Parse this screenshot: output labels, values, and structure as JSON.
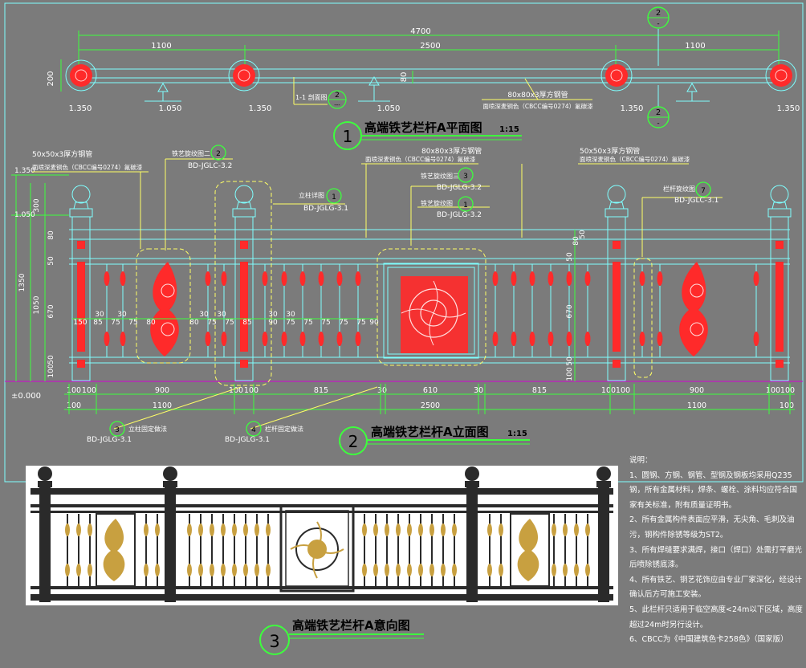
{
  "colors": {
    "background": "#7b7b7b",
    "line": "#7fffff",
    "dimension": "#3dff3d",
    "ornament": "#ff2a2a",
    "callout": "#ffff66",
    "ground": "#d400d4",
    "text": "#ffffff",
    "label_text": "#000000",
    "metal_dark": "#2a2a2a",
    "gold": "#c8a040"
  },
  "plan": {
    "dims_top": {
      "total": "4700",
      "left": "1100",
      "middle": "2500",
      "right": "1100"
    },
    "dim_depth": "200",
    "dim_rail": "80",
    "elevations": [
      "1.350",
      "1.050",
      "1.350",
      "1.050",
      "1.350",
      "1.350"
    ],
    "section_marks": [
      {
        "num": "2",
        "sub": "-"
      },
      {
        "num": "2",
        "sub": "-"
      }
    ],
    "detail_ref": {
      "prefix": "1-1 剖面图",
      "num": "2",
      "sub": "---"
    },
    "tube_note": "80x80x3厚方钢管",
    "paint_note": "面喷深麦铜色（CBCC编号0274）氟碳漆",
    "title_num": "1",
    "title": "高端铁艺栏杆A平面图",
    "scale": "1:15"
  },
  "elevation": {
    "left_tube_note": "50x50x3厚方钢管",
    "left_paint_note": "面喷深麦铜色（CBCC编号0274）氟碳漆",
    "center_tube_note": "80x80x3厚方钢管",
    "center_paint_note": "面喷深麦铜色（CBCC编号0274）氟碳漆",
    "right_tube_note": "50x50x3厚方钢管",
    "right_paint_note": "面喷深麦铜色（CBCC编号0274）氟碳漆",
    "callouts": [
      {
        "label": "铁艺旋纹图二",
        "num": "2",
        "code": "BD-JGLC-3.2"
      },
      {
        "label": "立柱详图",
        "num": "1",
        "code": "BD-JGLG-3.1"
      },
      {
        "label": "铁艺旋纹图三",
        "num": "3",
        "code": "BD-JGLG-3.2"
      },
      {
        "label": "铁艺旋纹图",
        "num": "1",
        "code": "BD-JGLG-3.2"
      },
      {
        "label": "栏杆旋纹图",
        "num": "7",
        "code": "BD-JGLC-3.1"
      },
      {
        "label": "立柱固定做法",
        "num": "3",
        "code": "BD-JGLG-3.1"
      },
      {
        "label": "栏杆固定做法",
        "num": "4",
        "code": "BD-JGLG-3.1"
      }
    ],
    "level_top": "1.350",
    "level_mid": "1.050",
    "level_zero": "±0.000",
    "vdims_left": [
      "300",
      "80",
      "50",
      "1350",
      "1050",
      "670",
      "100",
      "50"
    ],
    "vdims_right": [
      "50",
      "80",
      "50",
      "670",
      "50",
      "100"
    ],
    "spacing_left": [
      "30",
      "30",
      "150",
      "85",
      "75",
      "75",
      "80"
    ],
    "spacing_mid_a": [
      "30",
      "30",
      "80",
      "75",
      "75",
      "85"
    ],
    "spacing_mid_b": [
      "30",
      "30",
      "90",
      "75",
      "75",
      "75",
      "75",
      "75",
      "90"
    ],
    "bottom_row1": [
      "100",
      "100",
      "900",
      "100",
      "100",
      "815",
      "30",
      "610",
      "30",
      "815",
      "100",
      "100",
      "900",
      "100",
      "100"
    ],
    "bottom_row2": [
      "100",
      "1100",
      "2500",
      "1100",
      "100"
    ],
    "title_num": "2",
    "title": "高端铁艺栏杆A立面图",
    "scale": "1:15"
  },
  "render": {
    "title_num": "3",
    "title": "高端铁艺栏杆A意向图"
  },
  "notes": {
    "heading": "说明：",
    "items": [
      "1、圆钢、方钢、钢管、型钢及钢板均采用Q235钢，所有金属材料，焊条、螺栓、涂料均应符合国家有关标准，附有质量证明书。",
      "2、所有金属构件表面应平滑，无尖角、毛刺及油污，钢构件除锈等级为ST2。",
      "3、所有焊缝要求满焊，接口（焊口）处需打平磨光后喷除锈底漆。",
      "4、所有铁艺、铜艺花饰应由专业厂家深化，经设计确认后方可施工安装。",
      "5、此栏杆只适用于临空高度<24m以下区域，高度超过24m时另行设计。",
      "6、CBCC为《中国建筑色卡258色》（国家版）"
    ]
  }
}
